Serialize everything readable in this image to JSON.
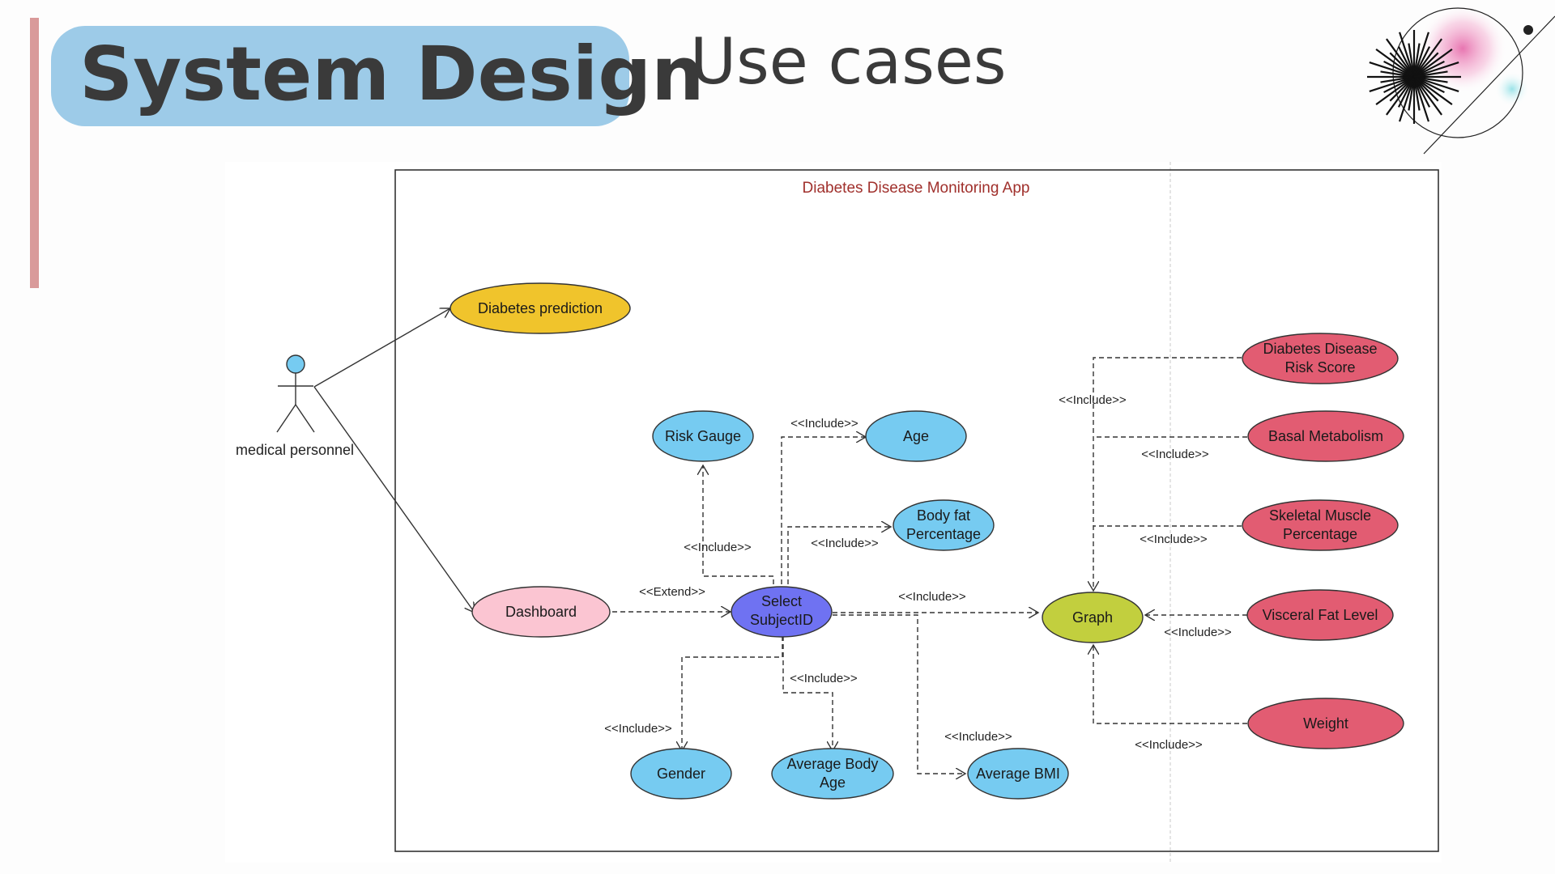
{
  "slide": {
    "title": "System Design",
    "subtitle": "Use cases"
  },
  "diagram": {
    "system_name": "Diabetes Disease Monitoring App",
    "actor": "medical personnel",
    "use_cases": {
      "diabetes_prediction": "Diabetes prediction",
      "dashboard": "Dashboard",
      "select_subject_line1": "Select",
      "select_subject_line2": "SubjectID",
      "risk_gauge": "Risk Gauge",
      "age": "Age",
      "body_fat_line1": "Body fat",
      "body_fat_line2": "Percentage",
      "gender": "Gender",
      "avg_body_age_line1": "Average Body",
      "avg_body_age_line2": "Age",
      "avg_bmi": "Average BMI",
      "graph": "Graph",
      "risk_score_line1": "Diabetes Disease",
      "risk_score_line2": "Risk Score",
      "basal_metabolism": "Basal Metabolism",
      "skeletal_line1": "Skeletal Muscle",
      "skeletal_line2": "Percentage",
      "visceral_fat": "Visceral Fat Level",
      "weight": "Weight"
    },
    "relations": {
      "extend": "<<Extend>>",
      "include": "<<Include>>"
    },
    "colors": {
      "yellow": "#f0c42c",
      "pink": "#fbc5d2",
      "purple": "#6f72f2",
      "blue": "#76cbf1",
      "olive": "#c2cf3e",
      "red": "#e25c72",
      "title_red": "#a0302c"
    }
  }
}
